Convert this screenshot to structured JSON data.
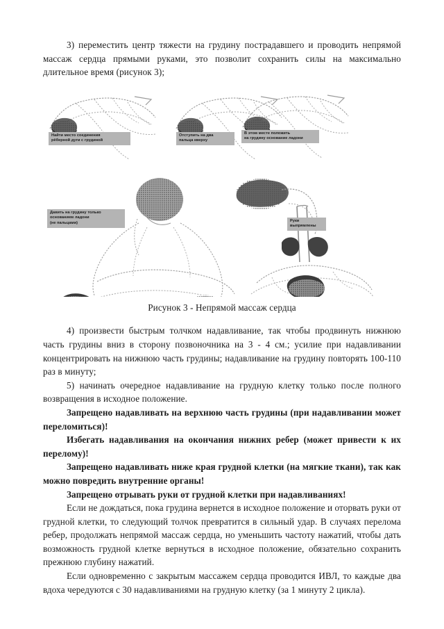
{
  "document": {
    "paragraphs": [
      {
        "id": "item-3",
        "bold": false,
        "text": "3) переместить центр тяжести на грудину пострадавшего и проводить непрямой массаж сердца прямыми руками, это позволит сохранить силы на максимально длительное время (рисунок 3);"
      }
    ],
    "figure": {
      "caption": "Рисунок 3 - Непрямой массаж сердца",
      "alt": "Непрямой массаж сердца — пять иллюстраций с пояснительными подписями",
      "callouts": [
        {
          "id": "callout-1",
          "text": "Найти место соединения\nрёберной дуги с грудиной"
        },
        {
          "id": "callout-2",
          "text": "Отступить на два\nпальца кверху"
        },
        {
          "id": "callout-3",
          "text": "В этом месте положить\nна грудину основание ладони"
        },
        {
          "id": "callout-4",
          "text": "Давить на грудину только\nоснованием ладони\n(не пальцами)"
        },
        {
          "id": "callout-5",
          "text": "Руки\nвыпрямлены"
        }
      ]
    },
    "paragraphs_after": [
      {
        "id": "item-4",
        "bold": false,
        "text": "4) произвести быстрым толчком надавливание, так чтобы продвинуть нижнюю часть грудины вниз в сторону позвоночника на 3 - 4 см.; усилие при надавливании концентрировать на нижнюю часть грудины; надавливание на грудину повторять 100-110 раз в минуту;"
      },
      {
        "id": "item-5",
        "bold": false,
        "text": "5) начинать очередное надавливание на грудную клетку только после полного возвращения в исходное положение."
      },
      {
        "id": "warning-1",
        "bold": true,
        "text": "Запрещено надавливать на верхнюю часть грудины (при надавливании может переломиться)!"
      },
      {
        "id": "warning-2",
        "bold": true,
        "text": "Избегать надавливания на окончания нижних ребер (может привести к их перелому)!"
      },
      {
        "id": "warning-3",
        "bold": true,
        "text": "Запрещено надавливать ниже края грудной клетки (на мягкие ткани), так как можно повредить внутренние органы!"
      },
      {
        "id": "warning-4",
        "bold": true,
        "text": "Запрещено отрывать руки от грудной клетки при надавливаниях!"
      },
      {
        "id": "note-1",
        "bold": false,
        "text": "Если не дождаться, пока грудина вернется в исходное положение и оторвать руки от грудной клетки, то следующий толчок превратится в сильный удар. В случаях перелома ребер, продолжать непрямой массаж сердца, но уменьшить частоту нажатий, чтобы дать возможность грудной клетке вернуться в исходное положение, обязательно сохранить прежнюю глубину нажатий."
      },
      {
        "id": "note-2",
        "bold": false,
        "text": "Если одновременно с закрытым массажем сердца проводится ИВЛ, то каждые два вдоха чередуются с 30 надавливаниями на грудную клетку (за 1 минуту 2 цикла)."
      }
    ]
  },
  "colors": {
    "page_background": "#ffffff",
    "text": "#1c1c1c",
    "callout_background": "#b4b4b4",
    "figure_line": "#8c8c8c",
    "figure_shadow": "#4a4a4a"
  }
}
